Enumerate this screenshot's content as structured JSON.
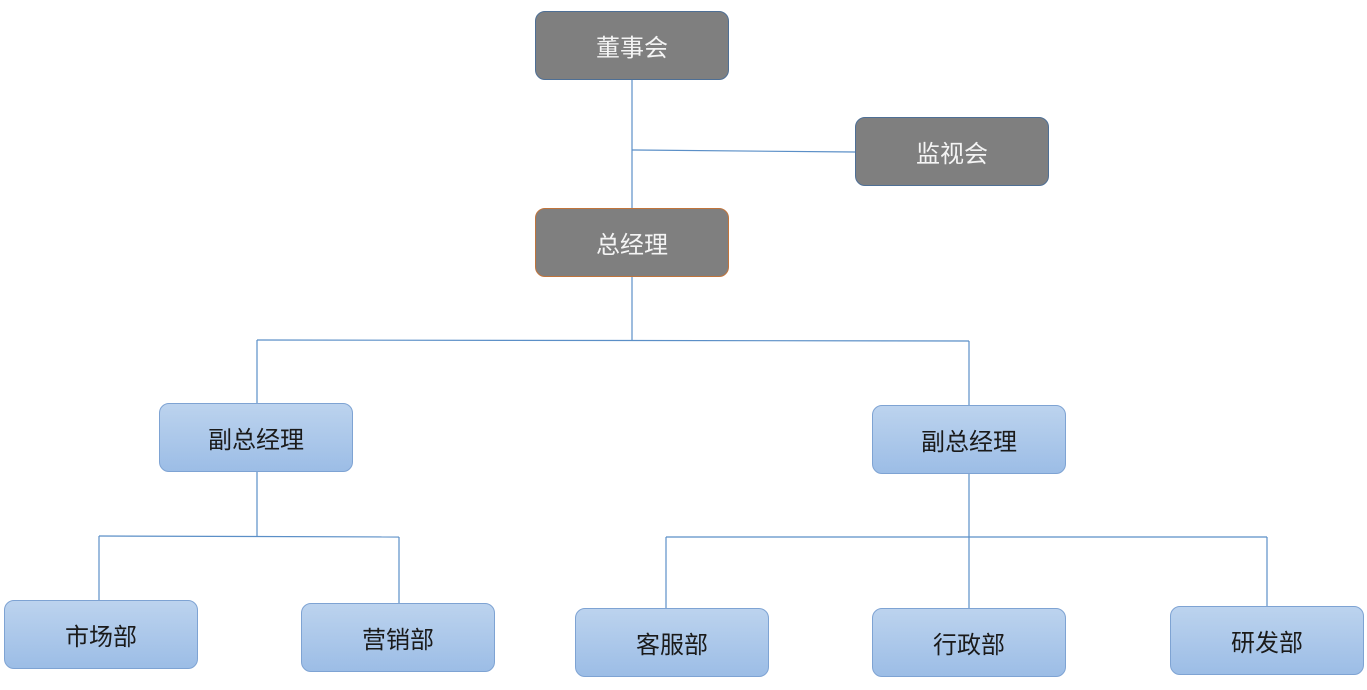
{
  "nodes": {
    "board": "董事会",
    "supervisory": "监视会",
    "gm": "总经理",
    "vp_left": "副总经理",
    "vp_right": "副总经理",
    "marketing": "市场部",
    "sales": "营销部",
    "customer_service": "客服部",
    "admin": "行政部",
    "rnd": "研发部"
  },
  "colors": {
    "line": "#5b8fc7",
    "dark_fill": "#7f7f7f",
    "blue_fill": "#a8c5ea"
  }
}
